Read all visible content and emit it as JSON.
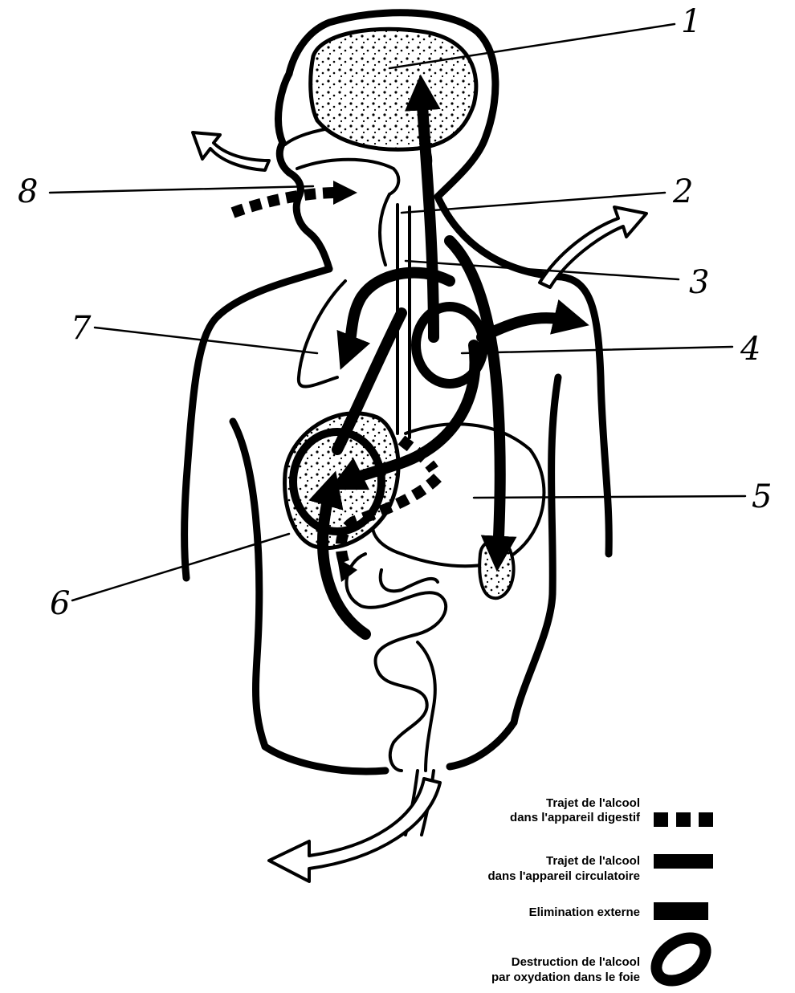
{
  "diagram": {
    "labels": {
      "l1": "1",
      "l2": "2",
      "l3": "3",
      "l4": "4",
      "l5": "5",
      "l6": "6",
      "l7": "7",
      "l8": "8"
    },
    "legend": {
      "digestive_line1": "Trajet de l'alcool",
      "digestive_line2": "dans l'appareil digestif",
      "circulatory_line1": "Trajet de l'alcool",
      "circulatory_line2": "dans l'appareil circulatoire",
      "elimination": "Elimination externe",
      "destruction_line1": "Destruction de l'alcool",
      "destruction_line2": "par oxydation dans le foie"
    }
  }
}
